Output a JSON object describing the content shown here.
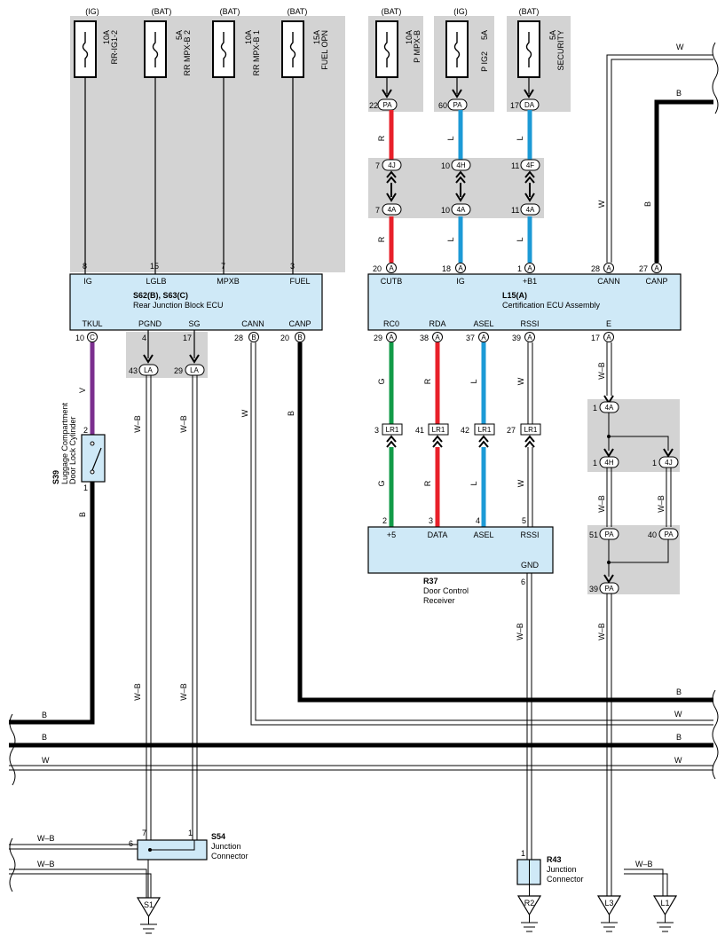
{
  "colors": {
    "box_grey": "#d3d3d3",
    "ecu_fill": "#cfe9f7",
    "red": "#e8202a",
    "blue": "#1c9ad6",
    "green": "#129b48",
    "violet": "#7b2f8f",
    "black": "#000000"
  },
  "fuses": [
    {
      "supply": "(IG)",
      "rating": "10A",
      "name": "RR-IG1-2"
    },
    {
      "supply": "(BAT)",
      "rating": "5A",
      "name": "RR MPX-B 2"
    },
    {
      "supply": "(BAT)",
      "rating": "10A",
      "name": "RR MPX-B 1"
    },
    {
      "supply": "(BAT)",
      "rating": "15A",
      "name": "FUEL OPN"
    },
    {
      "supply": "(BAT)",
      "rating": "10A",
      "name": "P MPX-B"
    },
    {
      "supply": "(IG)",
      "rating": "5A",
      "name": "P IG2"
    },
    {
      "supply": "(BAT)",
      "rating": "5A",
      "name": "SECURITY"
    }
  ],
  "junction_block": {
    "ref": "S62(B), S63(C)",
    "name": "Rear Junction Block ECU",
    "top_pins": [
      {
        "num": "8",
        "label": "IG"
      },
      {
        "num": "15",
        "label": "LGLB"
      },
      {
        "num": "7",
        "label": "MPXB"
      },
      {
        "num": "3",
        "label": "FUEL"
      }
    ],
    "bottom_pins": [
      {
        "num": "10",
        "conn": "C",
        "label": "TKUL"
      },
      {
        "num": "4",
        "conn": "",
        "label": "PGND"
      },
      {
        "num": "17",
        "conn": "",
        "label": "SG"
      },
      {
        "num": "28",
        "conn": "B",
        "label": "CANN"
      },
      {
        "num": "20",
        "conn": "B",
        "label": "CANP"
      }
    ]
  },
  "cert_ecu": {
    "ref": "L15(A)",
    "name": "Certification ECU Assembly",
    "top_pins": [
      {
        "num": "20",
        "conn": "A",
        "label": "CUTB"
      },
      {
        "num": "18",
        "conn": "A",
        "label": "IG"
      },
      {
        "num": "1",
        "conn": "A",
        "label": "+B1"
      },
      {
        "num": "28",
        "conn": "A",
        "label": "CANN"
      },
      {
        "num": "27",
        "conn": "A",
        "label": "CANP"
      }
    ],
    "bottom_pins": [
      {
        "num": "29",
        "conn": "A",
        "label": "RC0"
      },
      {
        "num": "38",
        "conn": "A",
        "label": "RDA"
      },
      {
        "num": "37",
        "conn": "A",
        "label": "ASEL"
      },
      {
        "num": "39",
        "conn": "A",
        "label": "RSSI"
      },
      {
        "num": "17",
        "conn": "A",
        "label": "E"
      }
    ]
  },
  "receiver": {
    "ref": "R37",
    "name_line1": "Door Control",
    "name_line2": "Receiver",
    "pins": [
      {
        "num": "2",
        "label": "+5"
      },
      {
        "num": "3",
        "label": "DATA"
      },
      {
        "num": "4",
        "label": "ASEL"
      },
      {
        "num": "5",
        "label": "RSSI"
      }
    ],
    "gnd_label": "GND",
    "gnd_pin": "6"
  },
  "switch": {
    "ref": "S39",
    "line1": "Luggage Compartment",
    "line2": "Door Lock Cylinder",
    "pin_top": "2",
    "pin_bottom": "1"
  },
  "junction_s54": {
    "ref": "S54",
    "line1": "Junction",
    "line2": "Connector",
    "pin_a": "7",
    "pin_b": "1",
    "pin_c": "6"
  },
  "junction_r43": {
    "ref": "R43",
    "line1": "Junction",
    "line2": "Connector",
    "pin": "1"
  },
  "connectors": {
    "pa": "PA",
    "da": "DA",
    "c4j": "4J",
    "c4h": "4H",
    "c4f": "4F",
    "c4a": "4A",
    "la": "LA",
    "lr1": "LR1",
    "cert_top_pins": [
      "22",
      "60",
      "17"
    ],
    "j1": [
      "7",
      "10",
      "11"
    ],
    "j2": [
      "7",
      "10",
      "11"
    ],
    "la_pins": [
      "43",
      "29"
    ],
    "lr1_pins": [
      "3",
      "41",
      "42",
      "27"
    ],
    "e_4a": "1",
    "e_4h": "1",
    "e_4j": "1",
    "pa_pins": [
      "51",
      "40",
      "39"
    ]
  },
  "wire_colors": {
    "r": "R",
    "l": "L",
    "g": "G",
    "w": "W",
    "b": "B",
    "v": "V",
    "wb": "W–B"
  },
  "grounds": [
    "S1",
    "R2",
    "L3",
    "L1"
  ]
}
